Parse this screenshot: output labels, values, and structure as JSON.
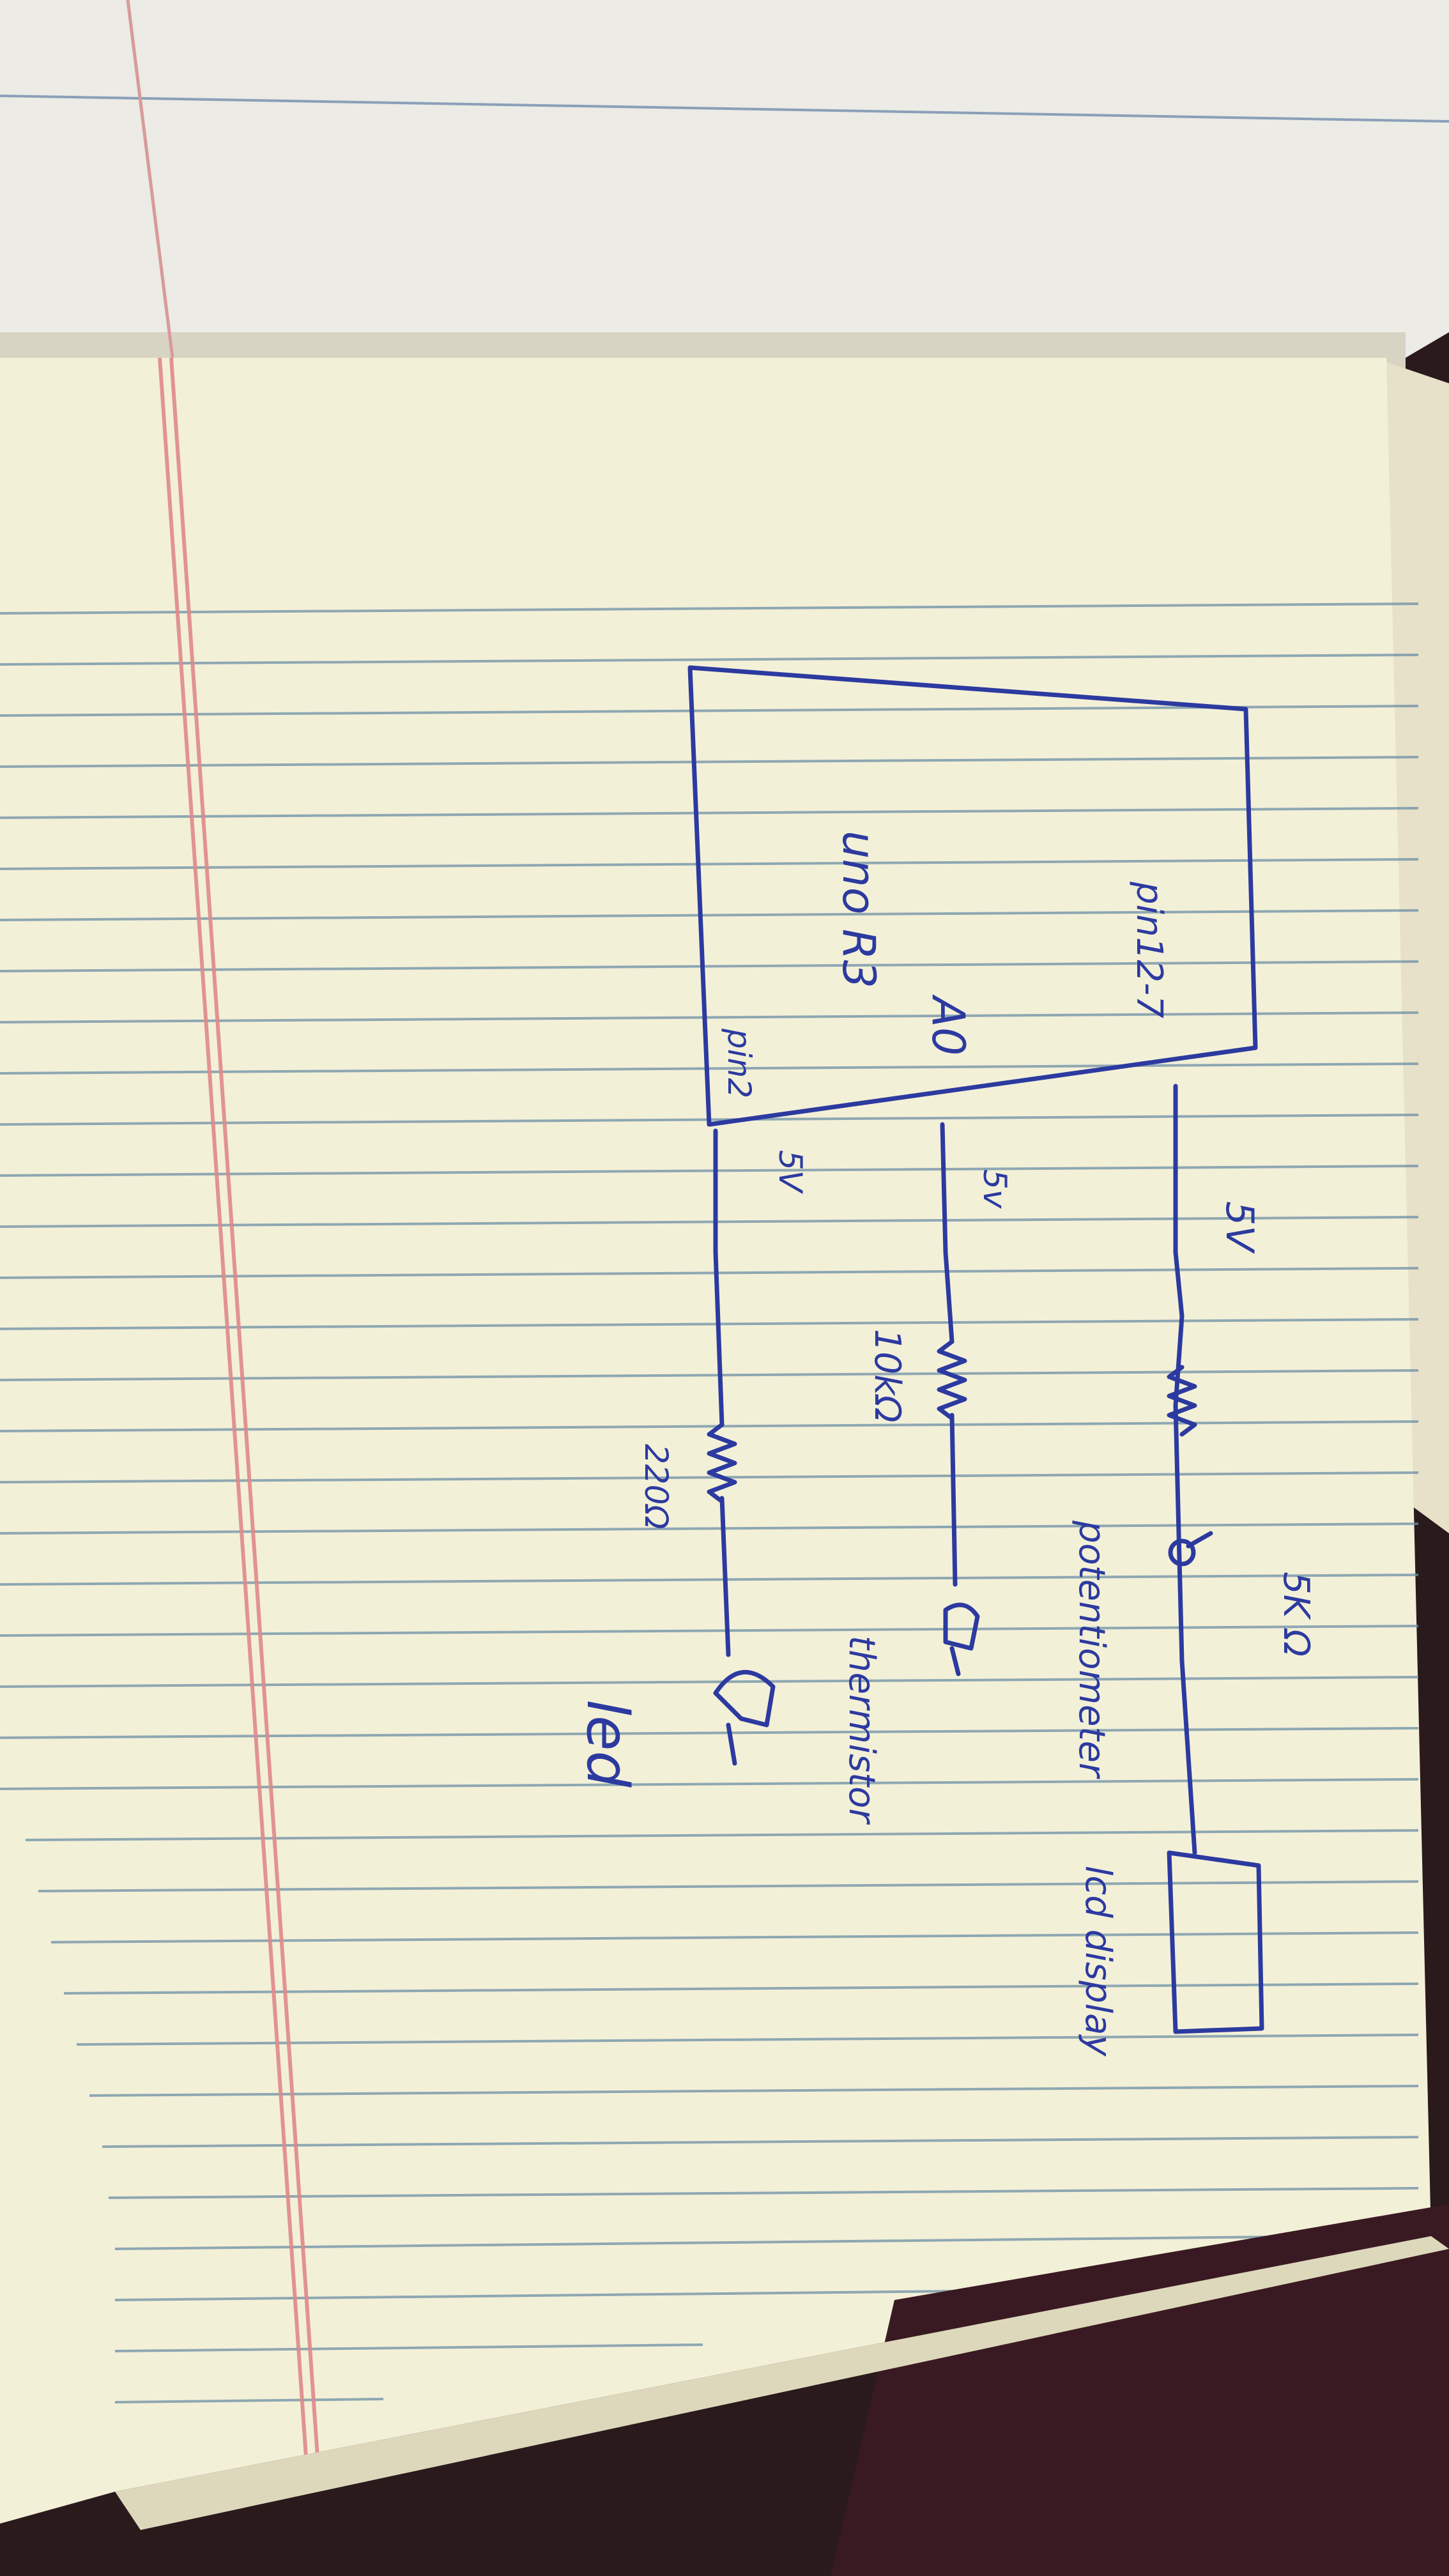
{
  "photo": {
    "subject": "hand-drawn circuit sketch on lined notebook paper",
    "colors": {
      "background": "#2a1a1c",
      "paper": "#f3f0d8",
      "paper_shadow": "#dcd6b8",
      "rule_line": "#6d8fa6",
      "margin_line": "#e08a8a",
      "ink": "#2c3aa0"
    }
  },
  "labels": {
    "board_name": "uno R3",
    "pin_12_to_7": "pin12-7",
    "a0": "A0",
    "pin2": "pin2",
    "five_v_top": "5V",
    "five_v_mid": "5v",
    "five_v_bottom": "5V",
    "res_10k": "10kΩ",
    "res_220": "220Ω",
    "pot_5k": "5K Ω",
    "potentiometer": "potentiometer",
    "thermistor": "thermistor",
    "led": "led",
    "lcd": "lcd display"
  }
}
